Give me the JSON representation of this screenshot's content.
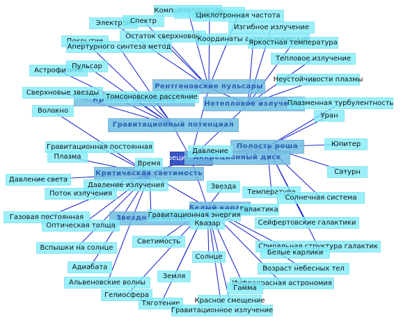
{
  "diagram": {
    "center": "Аккреционный диск",
    "primary_nodes": [
      "Рентгеновские пульсары",
      "Нетепловое излучение",
      "Полость роша",
      "Аккреционный диск",
      "Гравитационный потенциал",
      "Красное смещение",
      "Критическая светимость",
      "Звездный ветер",
      "Белый карлик"
    ],
    "nodes": [
      "Компьютеризация",
      "Пульсар",
      "Циклотронная частота",
      "Электрон",
      "Спектр",
      "Изгибное излучение",
      "Остаток сверхновой",
      "Покрытие",
      "Координаты астрономические",
      "Апертурного синтеза метод",
      "Яркостная температура",
      "Астрофизика",
      "Тепловое излучение",
      "Неустойчивости плазмы",
      "Сверхновые звезды",
      "Томсоновское рассеяние",
      "Плазменная турбулентность",
      "Волокно",
      "Уран",
      "Юпитер",
      "Гравитационная постоянная",
      "Давление",
      "Плазма",
      "Время",
      "Сатурн",
      "Давление света",
      "Давление излучения",
      "Звезда",
      "Температура",
      "Поток излучения",
      "Солнечная система",
      "Газовая постоянная",
      "Галактика",
      "Гравитационная энергия",
      "Оптическая толща",
      "Квазар",
      "Сейфертовские галактики",
      "Светимость",
      "Вспышки на солнце",
      "Спиральная структура галактик",
      "Белые карлики",
      "Солнце",
      "Адиабата",
      "Возраст небесных тел",
      "Земля",
      "Альвеновские волны",
      "Инфракрасная астрономия",
      "Гамма",
      "Гелиосфера",
      "Тяготение",
      "Гравитационное излучение",
      "Красное смещение"
    ]
  }
}
